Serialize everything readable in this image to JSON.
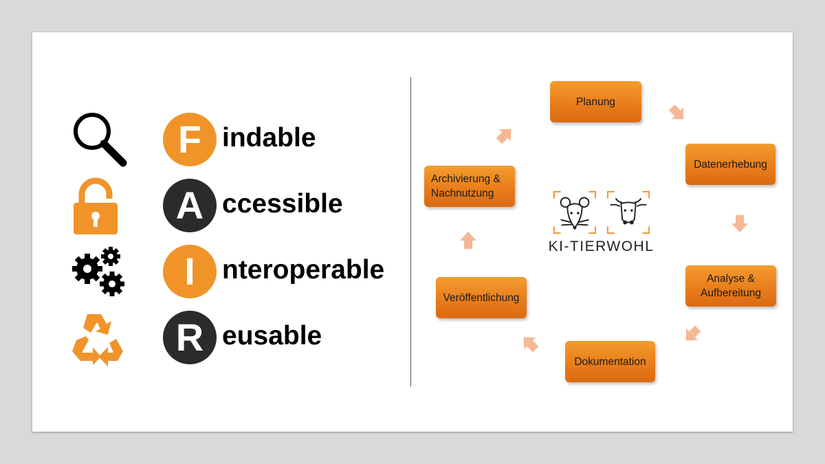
{
  "fair": {
    "items": [
      {
        "letter": "F",
        "rest": "indable",
        "icon": "magnifier-icon",
        "circle_color": "#f0942a"
      },
      {
        "letter": "A",
        "rest": "ccessible",
        "icon": "padlock-icon",
        "circle_color": "#2b2b2b"
      },
      {
        "letter": "I",
        "rest": "nteroperable",
        "icon": "gears-icon",
        "circle_color": "#f0942a"
      },
      {
        "letter": "R",
        "rest": "eusable",
        "icon": "recycle-icon",
        "circle_color": "#2b2b2b"
      }
    ]
  },
  "cycle": {
    "steps": [
      "Planung",
      "Datenerhebung",
      "Analyse & Aufbereitung",
      "Dokumentation",
      "Veröffentlichung",
      "Archivierung & Nachnutzung"
    ]
  },
  "logo": {
    "text": "KI-TIERWOHL",
    "icons": [
      "mouse-icon",
      "cow-icon"
    ]
  },
  "colors": {
    "accent": "#f0942a",
    "dark": "#2b2b2b",
    "arrow": "#f4b896"
  }
}
